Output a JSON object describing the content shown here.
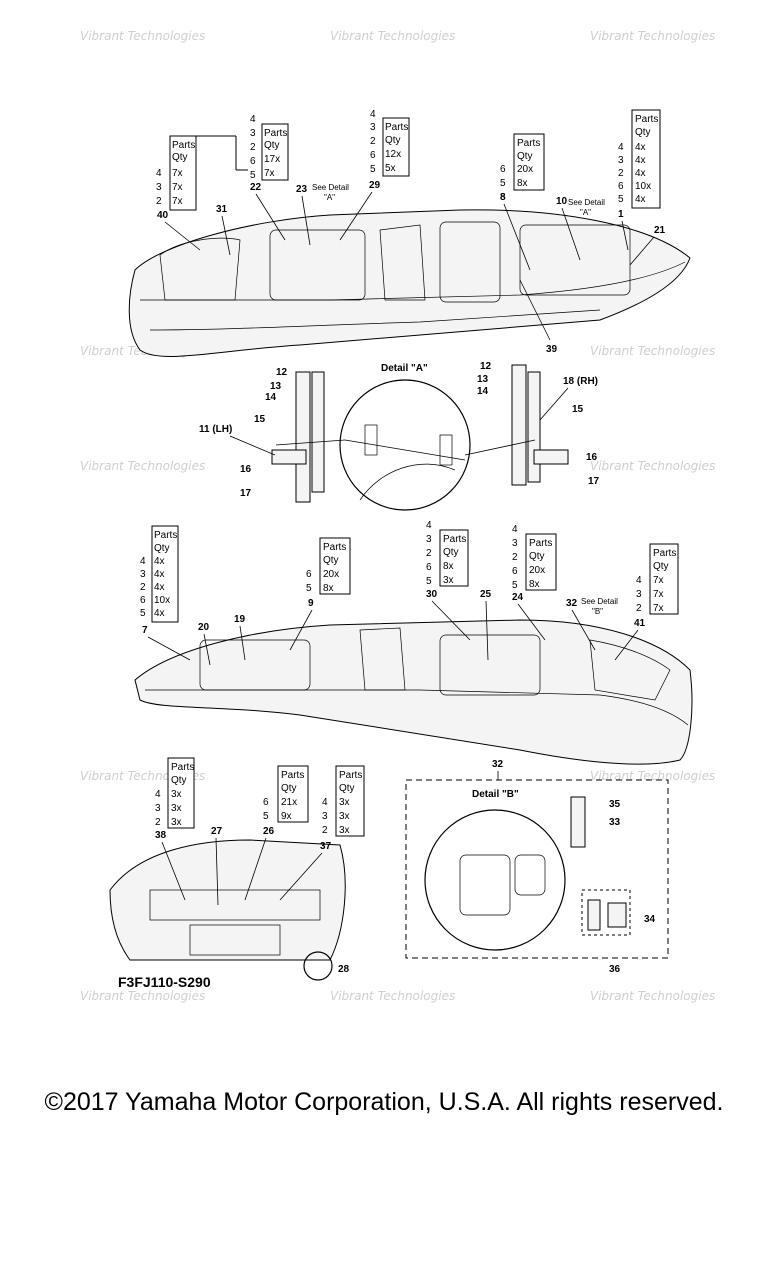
{
  "copyright": "©2017 Yamaha Motor Corporation, U.S.A. All rights reserved.",
  "diagram_code": "F3FJ110-S290",
  "watermark": "Vibrant Technologies",
  "detail_a_title": "Detail \"A\"",
  "detail_b_title": "Detail \"B\"",
  "see_detail_a": "See Detail",
  "see_detail_a2": "\"A\"",
  "see_detail_b": "See Detail",
  "see_detail_b2": "\"B\"",
  "parts_header": "Parts",
  "qty_header": "Qty",
  "callouts": {
    "c1": "1",
    "c7": "7",
    "c8": "8",
    "c9": "9",
    "c10": "10",
    "c11": "11 (LH)",
    "c12": "12",
    "c12b": "12",
    "c13": "13",
    "c13b": "13",
    "c14": "14",
    "c14b": "14",
    "c15": "15",
    "c15b": "15",
    "c16": "16",
    "c16b": "16",
    "c17": "17",
    "c17b": "17",
    "c18": "18 (RH)",
    "c19": "19",
    "c20": "20",
    "c21": "21",
    "c22": "22",
    "c23": "23",
    "c24": "24",
    "c25": "25",
    "c26": "26",
    "c27": "27",
    "c28": "28",
    "c29": "29",
    "c30": "30",
    "c31": "31",
    "c32": "32",
    "c32b": "32",
    "c33": "33",
    "c34": "34",
    "c35": "35",
    "c36": "36",
    "c37": "37",
    "c38": "38",
    "c39": "39",
    "c40": "40",
    "c41": "41"
  },
  "parts_tables": [
    {
      "rows": [
        [
          "4",
          "7x"
        ],
        [
          "3",
          "7x"
        ],
        [
          "2",
          "7x"
        ]
      ]
    },
    {
      "rows": [
        [
          "4",
          ""
        ],
        [
          "3",
          "17x"
        ],
        [
          "2",
          "7x"
        ],
        [
          "6",
          ""
        ],
        [
          "5",
          ""
        ]
      ]
    },
    {
      "rows": [
        [
          "4",
          ""
        ],
        [
          "3",
          ""
        ],
        [
          "2",
          "12x"
        ],
        [
          "6",
          "5x"
        ],
        [
          "5",
          ""
        ]
      ]
    },
    {
      "rows": [
        [
          "6",
          "20x"
        ],
        [
          "5",
          "8x"
        ],
        [
          "8",
          ""
        ]
      ]
    },
    {
      "rows": [
        [
          "4",
          "4x"
        ],
        [
          "3",
          "4x"
        ],
        [
          "2",
          "4x"
        ],
        [
          "6",
          "10x"
        ],
        [
          "5",
          "4x"
        ]
      ]
    },
    {
      "rows": [
        [
          "4",
          "4x"
        ],
        [
          "3",
          "4x"
        ],
        [
          "2",
          "4x"
        ],
        [
          "6",
          "10x"
        ],
        [
          "5",
          "4x"
        ]
      ]
    },
    {
      "rows": [
        [
          "6",
          "20x"
        ],
        [
          "5",
          "8x"
        ]
      ]
    },
    {
      "rows": [
        [
          "4",
          ""
        ],
        [
          "3",
          ""
        ],
        [
          "2",
          "8x"
        ],
        [
          "6",
          "3x"
        ],
        [
          "5",
          ""
        ]
      ]
    },
    {
      "rows": [
        [
          "4",
          ""
        ],
        [
          "3",
          ""
        ],
        [
          "2",
          "20x"
        ],
        [
          "6",
          "8x"
        ],
        [
          "5",
          ""
        ]
      ]
    },
    {
      "rows": [
        [
          "4",
          "7x"
        ],
        [
          "3",
          "7x"
        ],
        [
          "2",
          "7x"
        ]
      ]
    },
    {
      "rows": [
        [
          "4",
          "3x"
        ],
        [
          "3",
          "3x"
        ],
        [
          "2",
          "3x"
        ]
      ]
    },
    {
      "rows": [
        [
          "6",
          "21x"
        ],
        [
          "5",
          "9x"
        ]
      ]
    },
    {
      "rows": [
        [
          "4",
          "3x"
        ],
        [
          "3",
          "3x"
        ],
        [
          "2",
          "3x"
        ]
      ]
    }
  ]
}
